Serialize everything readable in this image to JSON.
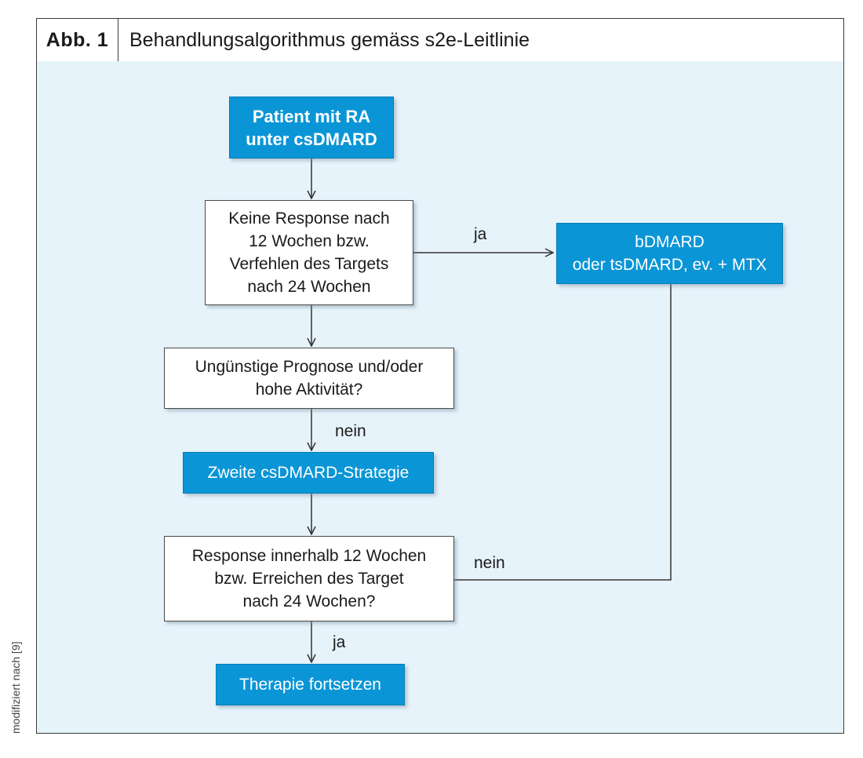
{
  "figure": {
    "label": "Abb. 1",
    "title": "Behandlungsalgorithmus gemäss s2e-Leitlinie"
  },
  "nodes": {
    "start": "Patient mit RA\nunter csDMARD",
    "q1": "Keine Response nach\n12 Wochen bzw.\nVerfehlen des Targets\nnach 24 Wochen",
    "bdmard": "bDMARD\noder tsDMARD, ev. + MTX",
    "q2": "Ungünstige Prognose und/oder\nhohe Aktivität?",
    "second": "Zweite csDMARD-Strategie",
    "q3": "Response innerhalb 12 Wochen\nbzw. Erreichen des Target\nnach 24 Wochen?",
    "end": "Therapie fortsetzen"
  },
  "edges": {
    "q1_yes": "ja",
    "q2_no": "nein",
    "q3_no": "nein",
    "q3_yes": "ja"
  },
  "side_note": "modifiziert nach [9]",
  "colors": {
    "accent_blue": "#0a95d6",
    "panel_bg": "#e6f3fb",
    "border": "#3a3a3a"
  }
}
